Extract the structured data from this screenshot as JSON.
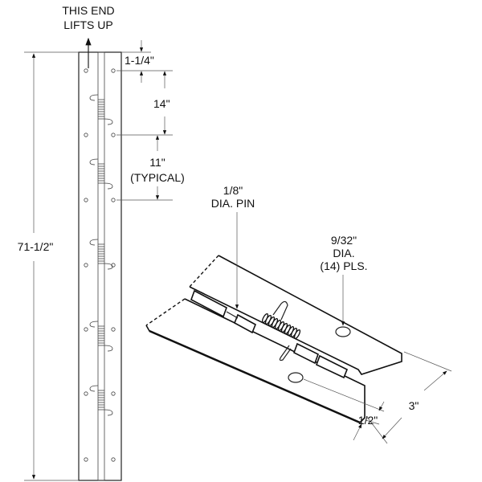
{
  "labels": {
    "lift_note_line1": "THIS END",
    "lift_note_line2": "LIFTS UP",
    "dim_end_offset": "1-1/4\"",
    "dim_first_spacing": "14\"",
    "dim_typical_spacing": "11\"",
    "dim_typical_note": "(TYPICAL)",
    "dim_overall_length": "71-1/2\"",
    "pin_label_line1": "1/8\"",
    "pin_label_line2": "DIA. PIN",
    "hole_label_line1": "9/32\"",
    "hole_label_line2": "DIA.",
    "hole_label_line3": "(14) PLS.",
    "dim_width": "3\"",
    "dim_hole_offset": "1/2\""
  }
}
